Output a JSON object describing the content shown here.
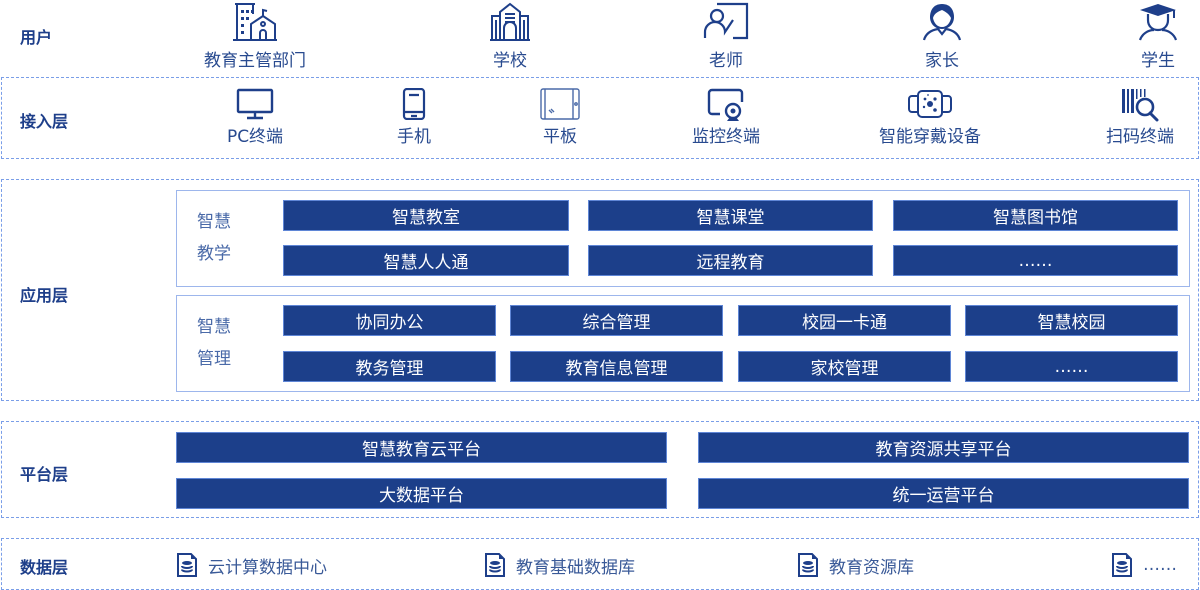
{
  "layers": {
    "users": "用户",
    "access": "接入层",
    "application": "应用层",
    "platform": "平台层",
    "data": "数据层"
  },
  "users": [
    {
      "label": "教育主管部门",
      "icon": "government-building-icon"
    },
    {
      "label": "学校",
      "icon": "school-building-icon"
    },
    {
      "label": "老师",
      "icon": "teacher-icon"
    },
    {
      "label": "家长",
      "icon": "parent-icon"
    },
    {
      "label": "学生",
      "icon": "student-icon"
    }
  ],
  "access": [
    {
      "label": "PC终端",
      "icon": "monitor-icon"
    },
    {
      "label": "手机",
      "icon": "phone-icon"
    },
    {
      "label": "平板",
      "icon": "tablet-icon"
    },
    {
      "label": "监控终端",
      "icon": "camera-icon"
    },
    {
      "label": "智能穿戴设备",
      "icon": "smartwatch-icon"
    },
    {
      "label": "扫码终端",
      "icon": "barcode-scan-icon"
    }
  ],
  "application": {
    "teaching": {
      "title_line1": "智慧",
      "title_line2": "教学",
      "items": [
        "智慧教室",
        "智慧课堂",
        "智慧图书馆",
        "智慧人人通",
        "远程教育",
        "……"
      ]
    },
    "management": {
      "title_line1": "智慧",
      "title_line2": "管理",
      "items": [
        "协同办公",
        "综合管理",
        "校园一卡通",
        "智慧校园",
        "教务管理",
        "教育信息管理",
        "家校管理",
        "……"
      ]
    }
  },
  "platform": [
    "智慧教育云平台",
    "教育资源共享平台",
    "大数据平台",
    "统一运营平台"
  ],
  "data": [
    {
      "label": "云计算数据中心",
      "icon": "database-file-icon"
    },
    {
      "label": "教育基础数据库",
      "icon": "database-file-icon"
    },
    {
      "label": "教育资源库",
      "icon": "database-file-icon"
    },
    {
      "label": "……",
      "icon": "database-file-icon"
    }
  ]
}
